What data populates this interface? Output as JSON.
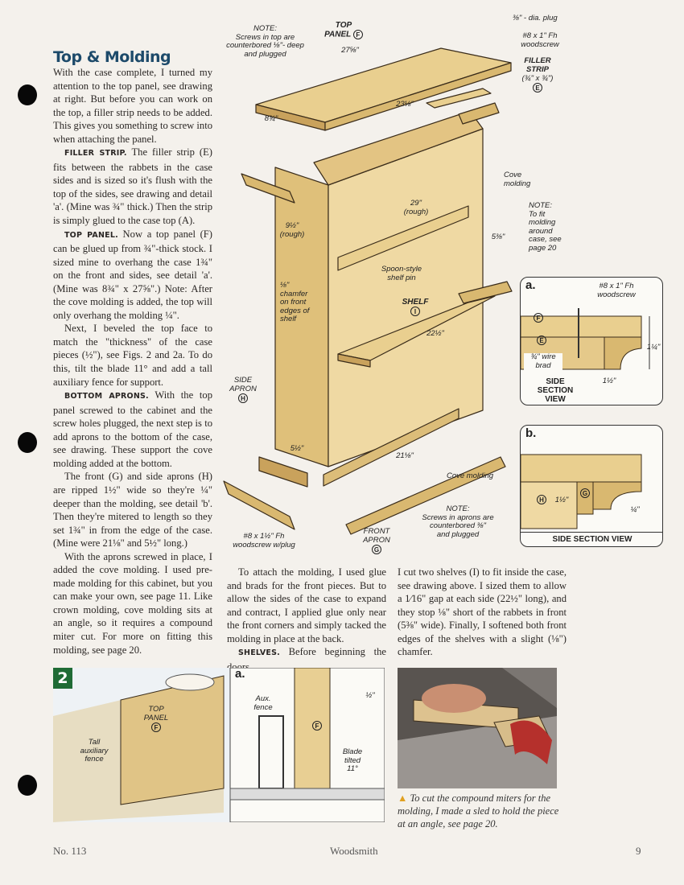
{
  "heading": "Top & Molding",
  "col1": {
    "p1": "With the case complete, I turned my attention to the top panel, see drawing at right. But before you can work on the top, a filler strip needs to be added. This gives you something to screw into when attaching the panel.",
    "filler_runin": "FILLER STRIP.",
    "filler_text": " The filler strip (E) fits between the rabbets in the case sides and is sized so it's flush with the top of the sides, see drawing and detail 'a'. (Mine was ¾\" thick.) Then the strip is simply glued to the case top (A).",
    "top_runin": "TOP PANEL.",
    "top_text": " Now a top panel (F) can be glued up from ¾\"-thick stock. I sized mine to overhang the case 1¾\" on the front and sides, see detail 'a'. (Mine was 8¾\" x 27⅝\".) Note: After the cove molding is added, the top will only overhang the molding ¼\".",
    "p_next": "Next, I beveled the top face to match the \"thickness\" of the case pieces (½\"), see Figs. 2 and 2a. To do this, tilt the blade 11° and add a tall auxiliary fence for support.",
    "aprons_runin": "BOTTOM APRONS.",
    "aprons_text": " With the top panel screwed to the cabinet and the screw holes plugged, the next step is to add aprons to the bottom of the case, see drawing. These support the cove molding added at the bottom.",
    "p_front": "The front (G) and side aprons (H) are ripped 1½\" wide so they're ¼\" deeper than the molding, see detail 'b'. Then they're mitered to length so they set 1¾\" in from the edge of the case. (Mine were 21⅛\" and 5½\" long.)",
    "p_with": "With the aprons screwed in place, I added the cove molding. I used pre-made molding for this cabinet, but you can make your own, see page 11. Like crown molding, cove molding sits at an angle, so it requires a compound miter cut. For more on fitting this molding, see page 20."
  },
  "col2": {
    "p1": "To attach the molding, I used glue and brads for the front pieces. But to allow the sides of the case to expand and contract, I applied glue only near the front corners and simply tacked the molding in place at the back.",
    "shelves_runin": "SHELVES.",
    "shelves_text": " Before beginning the doors,"
  },
  "col3": {
    "p1": "I cut two shelves (I) to fit inside the case, see drawing above. I sized them to allow a 1⁄16\" gap at each side (22½\" long), and they stop ⅛\" short of the rabbets in front (5⅜\" wide). Finally, I softened both front edges of the shelves with a slight (⅛\") chamfer."
  },
  "drawing": {
    "note_top": "NOTE:\nScrews in top are\ncounterbored ⅛\"- deep\nand plugged",
    "top_panel": "TOP\nPANEL",
    "top_panel_letter": "F",
    "dim_2758": "27⅝\"",
    "dim_834": "8¾\"",
    "dim_2318": "23⅛\"",
    "plug": "⅜\" - dia. plug",
    "woodscrew_top": "#8 x 1\" Fh\nwoodscrew",
    "filler_strip": "FILLER\nSTRIP",
    "filler_size": "(¾\" x ¾\")",
    "filler_letter": "E",
    "cove_molding_top": "Cove\nmolding",
    "note_fit": "NOTE:\nTo fit\nmolding\naround\ncase, see\npage 20",
    "dim_29": "29\"\n(rough)",
    "dim_912": "9½\"\n(rough)",
    "dim_538": "5⅜\"",
    "shelf_pin": "Spoon-style\nshelf pin",
    "chamfer": "⅛\"\nchamfer\non front\nedges of\nshelf",
    "shelf": "SHELF",
    "shelf_letter": "I",
    "dim_2212": "22½\"",
    "side_apron": "SIDE\nAPRON",
    "side_apron_letter": "H",
    "dim_512": "5½\"",
    "dim_2118": "21⅛\"",
    "cove_molding_bottom": "Cove molding",
    "note_aprons": "NOTE:\nScrews in aprons are\ncounterbored ⅜\"\nand plugged",
    "front_apron": "FRONT\nAPRON",
    "front_apron_letter": "G",
    "woodscrew_plug": "#8 x 1½\" Fh\nwoodscrew w/plug"
  },
  "detail_a": {
    "tag": "a.",
    "screw": "#8 x 1\" Fh\nwoodscrew",
    "letter_f": "F",
    "letter_e": "E",
    "brad": "¾\" wire\nbrad",
    "view": "SIDE\nSECTION\nVIEW",
    "dim_112": "1½\"",
    "dim_114": "1¼\""
  },
  "detail_b": {
    "tag": "b.",
    "letter_h": "H",
    "letter_g": "G",
    "dim_112": "1½\"",
    "dim_14": "¼\"",
    "view": "SIDE SECTION VIEW"
  },
  "fig2": {
    "number": "2",
    "top_panel": "TOP\nPANEL",
    "top_panel_letter": "F",
    "fence": "Tall\nauxiliary\nfence",
    "tag": "a.",
    "aux_fence": "Aux.\nfence",
    "half": "½\"",
    "letter_f": "F",
    "blade": "Blade\ntilted\n11°"
  },
  "photo_caption": "To cut the compound miters for the molding, I made a sled to hold the piece at an angle, see page 20.",
  "footer": {
    "left": "No. 113",
    "center": "Woodsmith",
    "right": "9"
  },
  "colors": {
    "heading": "#1d4a6a",
    "wood": "#e9cf8f",
    "wood_dark": "#c9a25c",
    "figure_tag": "#1f6b35",
    "saw_red": "#b5302c"
  }
}
